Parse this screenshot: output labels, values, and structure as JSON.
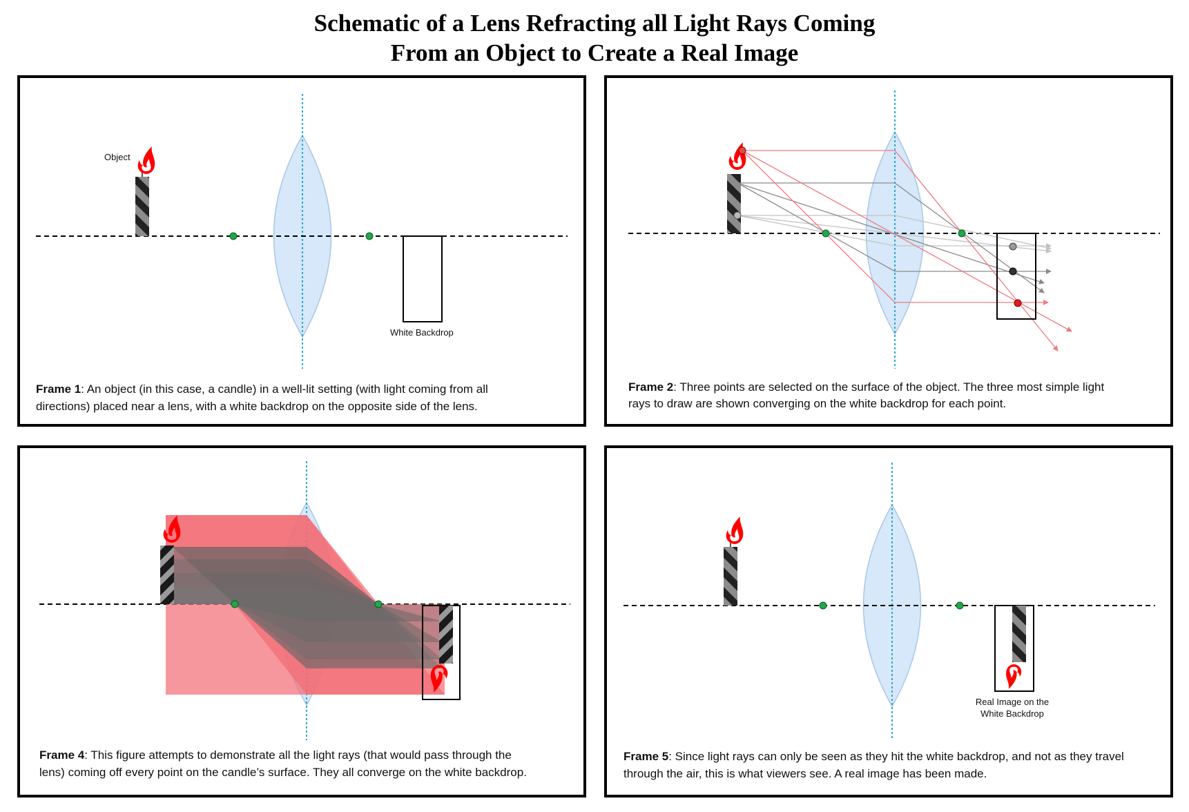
{
  "title": {
    "line1": "Schematic of a Lens Refracting all Light Rays Coming",
    "line2": "From an Object to Create a Real Image"
  },
  "colors": {
    "lens_fill": "#d6e8f9",
    "lens_stroke": "#a9c7e6",
    "axis_line": "#2aa7d6",
    "focal_point": "#1fa84a",
    "flame": "#ff0000",
    "ray_red": "#f07a80",
    "ray_gray": "#8a8a8a",
    "ray_light": "#c4c4c4"
  },
  "frames": {
    "f1": {
      "label": "Frame 1",
      "caption_line1": ": An object (in this case, a candle) in a well-lit setting (with light coming from all",
      "caption_line2": "directions) placed near a lens, with a white backdrop on the opposite side of the lens.",
      "object_label": "Object",
      "backdrop_label": "White Backdrop"
    },
    "f2": {
      "label": "Frame 2",
      "caption_line1": ": Three points are selected on the surface of the object. The three most simple light",
      "caption_line2": "rays to draw are shown converging on the white backdrop for each point."
    },
    "f4": {
      "label": "Frame 4",
      "caption_line1": ": This figure attempts to demonstrate all the light rays (that would pass through the",
      "caption_line2": "lens) coming off every point on the candle’s surface. They all converge on the white backdrop."
    },
    "f5": {
      "label": "Frame 5",
      "caption_line1": ": Since light rays can only be seen as they hit the white backdrop, and not as they travel",
      "caption_line2": "through the air, this is what viewers see. A real image has been made.",
      "image_label_line1": "Real Image on the",
      "image_label_line2": "White Backdrop"
    }
  }
}
